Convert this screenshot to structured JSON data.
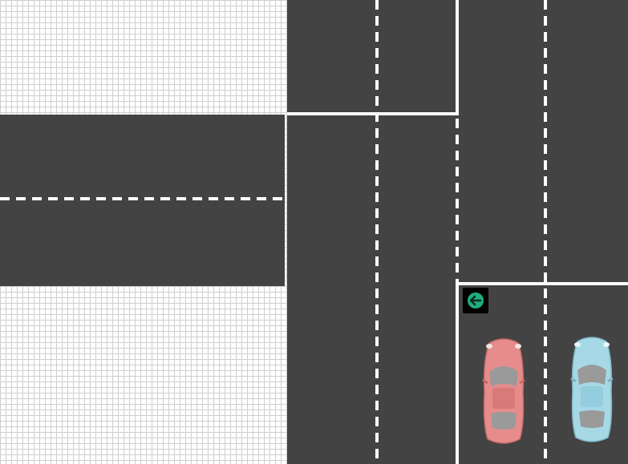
{
  "scene": {
    "road_color": "#434343",
    "marking_color": "#ffffff",
    "grid_color": "#cfcfcf"
  },
  "signal": {
    "icon": "left-arrow-icon",
    "state": "green",
    "arrow_color": "#25c18a"
  },
  "cars": [
    {
      "id": "red-car",
      "body_color": "#e68c8c",
      "glass_color": "#9a9a9a"
    },
    {
      "id": "blue-car",
      "body_color": "#a6d8e6",
      "glass_color": "#9a9a9a"
    }
  ]
}
